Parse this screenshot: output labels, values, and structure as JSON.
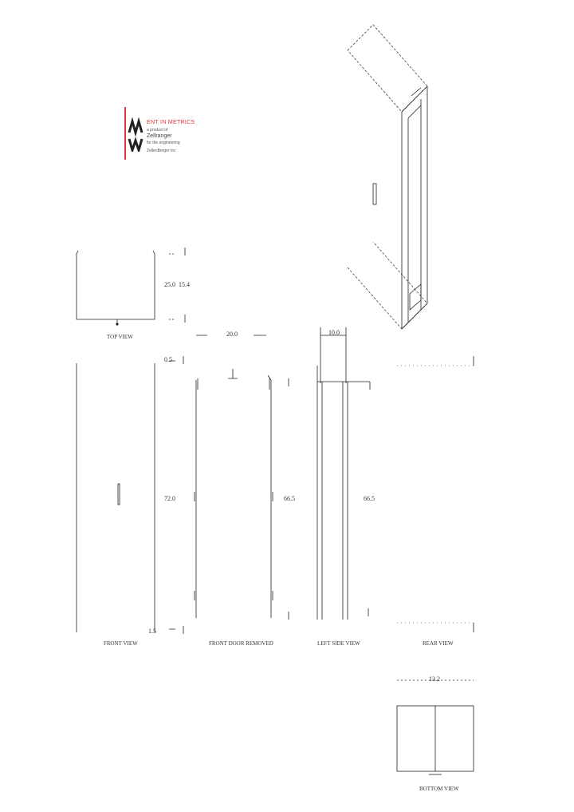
{
  "logo": {
    "title": "ENT IN METRICS",
    "line1": "a product of",
    "line2": "Zellranger",
    "line3": "for the engineering",
    "line4": "ZellenBerger Inc",
    "accent_color": "#e23a3a"
  },
  "views": {
    "top": "TOP VIEW",
    "front": "FRONT VIEW",
    "front_door_removed": "FRONT DOOR REMOVED",
    "left_side": "LEFT SIDE VIEW",
    "rear": "REAR VIEW",
    "bottom": "BOTTOM VIEW"
  },
  "dimensions": {
    "top_depth": "15.4",
    "top_width_marker": "25.0",
    "front_width": "20.0",
    "side_depth": "10.0",
    "front_height": "72.0",
    "inner_height_a": "66.5",
    "inner_height_b": "66.5",
    "bottom_width": "13.2",
    "small_a": "0.5",
    "small_b": "1.5"
  },
  "colors": {
    "line": "#222222",
    "dashed": "#444444",
    "logo_red": "#d33333"
  }
}
